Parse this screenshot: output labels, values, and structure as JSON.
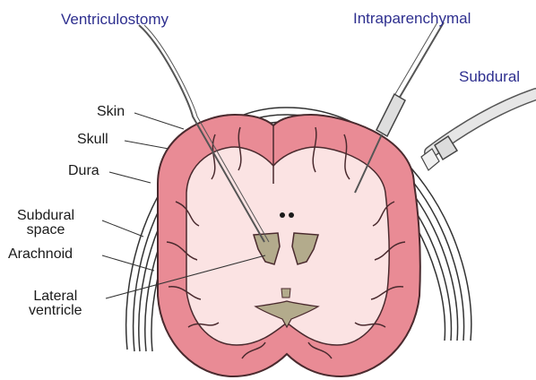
{
  "devices": {
    "ventriculostomy": "Ventriculostomy",
    "intraparenchymal": "Intraparenchymal",
    "subdural": "Subdural"
  },
  "anatomy": {
    "skin": "Skin",
    "skull": "Skull",
    "dura": "Dura",
    "subdural_space_line1": "Subdural",
    "subdural_space_line2": "space",
    "arachnoid": "Arachnoid",
    "lateral_ventricle_line1": "Lateral",
    "lateral_ventricle_line2": "ventricle"
  },
  "colors": {
    "device_label": "#2e2f8f",
    "anatomy_label": "#1a1a1a",
    "cortex": "#e98b95",
    "cortex_outline": "#4a2a2e",
    "white_matter": "#fbe3e3",
    "ventricle": "#b3ab8c",
    "skull_lines": "#333333",
    "catheter": "#555555"
  }
}
